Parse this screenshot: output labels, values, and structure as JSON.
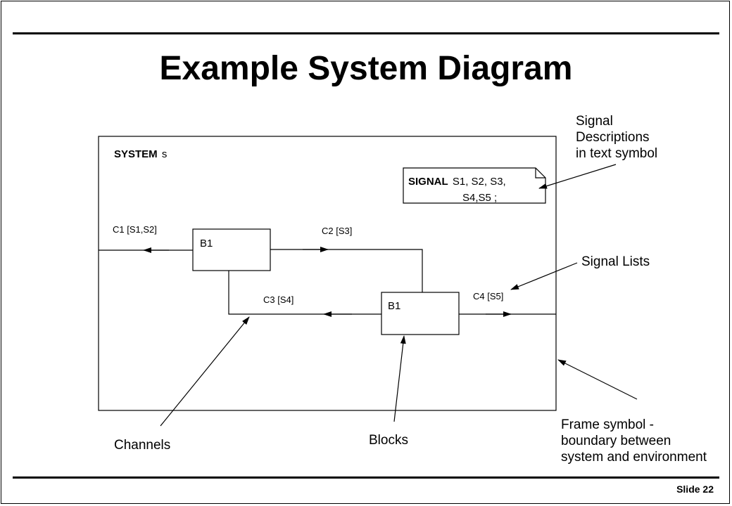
{
  "slide": {
    "title": "Example System Diagram",
    "footer": "Slide 22"
  },
  "diagram": {
    "system_label": {
      "keyword": "SYSTEM",
      "name": "s"
    },
    "signal_note": {
      "keyword": "SIGNAL",
      "line1": "S1, S2, S3,",
      "line2": "S4,S5 ;"
    },
    "blocks": [
      {
        "label": "B1"
      },
      {
        "label": "B1"
      }
    ],
    "channels": [
      {
        "label": "C1 [S1,S2]"
      },
      {
        "label": "C2 [S3]"
      },
      {
        "label": "C3 [S4]"
      },
      {
        "label": "C4 [S5]"
      }
    ]
  },
  "annotations": {
    "signal_descriptions": [
      "Signal",
      "Descriptions",
      "in text symbol"
    ],
    "signal_lists": "Signal Lists",
    "channels": "Channels",
    "blocks": "Blocks",
    "frame_symbol": [
      "Frame symbol -",
      "boundary between",
      "system and environment"
    ]
  }
}
